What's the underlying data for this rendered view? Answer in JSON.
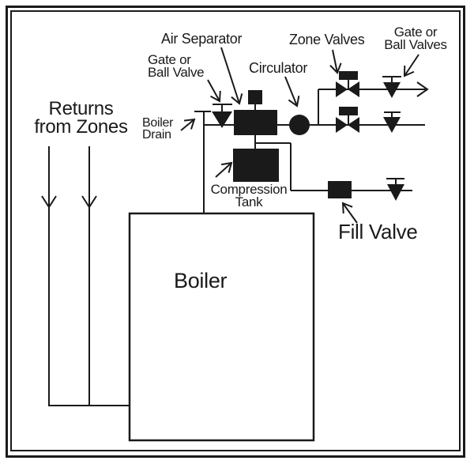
{
  "colors": {
    "ink": "#1a1a1a",
    "background": "#ffffff"
  },
  "labels": {
    "air_separator": "Air Separator",
    "gate_ball_valve_left": "Gate or\nBall Valve",
    "circulator": "Circulator",
    "zone_valves": "Zone Valves",
    "gate_ball_valves_right": "Gate or\nBall Valves",
    "boiler_drain": "Boiler\nDrain",
    "returns_from_zones": "Returns\nfrom Zones",
    "compression_tank": "Compression\nTank",
    "fill_valve": "Fill Valve",
    "boiler": "Boiler"
  },
  "symbols": {
    "gate_valve": "solid-triangle-down-with-stem-and-cap",
    "zone_valve": "solid-bowtie-with-actuator-box",
    "circulator": "filled-circle",
    "air_separator": "filled-rectangle",
    "air_vent": "filled-square",
    "compression_tank": "filled-rectangle",
    "fill_valve": "filled-rectangle",
    "flow_arrow": "open-arrowhead",
    "boiler": "outlined-rectangle"
  }
}
